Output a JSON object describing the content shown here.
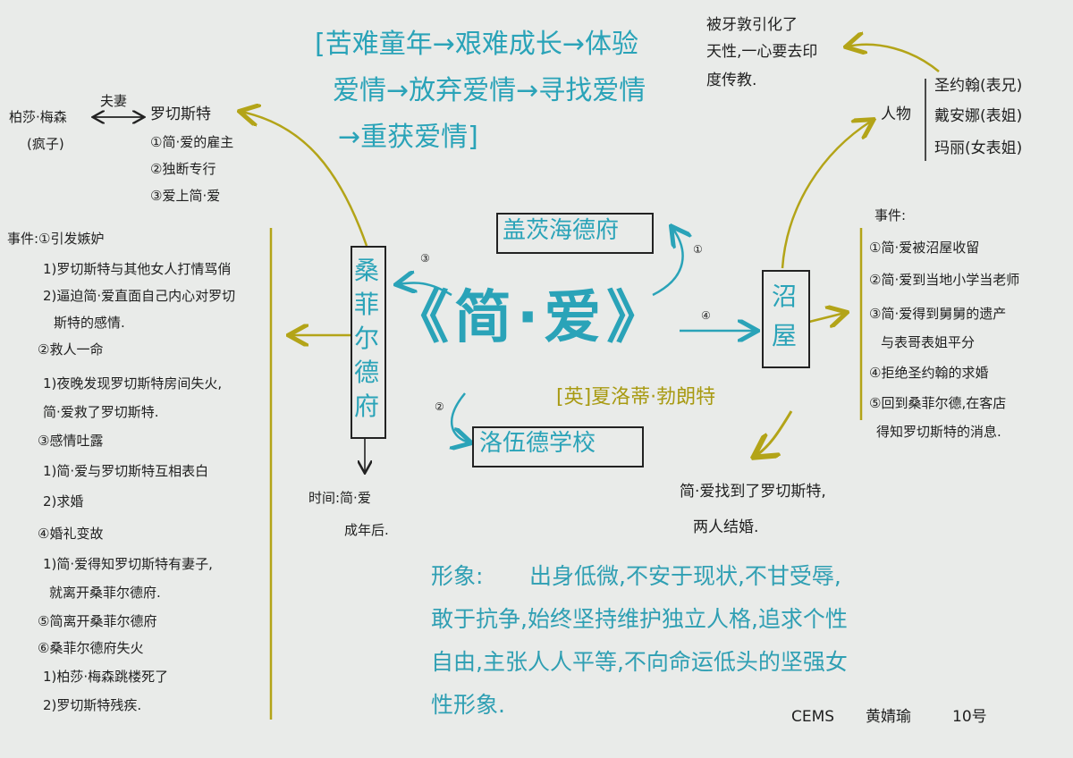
{
  "title": "《简·爱》",
  "author": "[英]夏洛蒂·勃朗特",
  "storyline": {
    "line1": "[苦难童年→艰难成长→体验",
    "line2": "爱情→放弃爱情→寻找爱情",
    "line3": "→重获爱情]"
  },
  "places": {
    "gateshead": "盖茨海德府",
    "lowood": "洛伍德学校",
    "thornfield": "桑菲尔德府",
    "marsh": "沼屋"
  },
  "nums": {
    "n1": "①",
    "n2": "②",
    "n3": "③",
    "n4": "④"
  },
  "top_right_note": {
    "line1": "被牙敦引化了",
    "line2": "天性,一心要去印",
    "line3": "度传教."
  },
  "marsh_people": {
    "label": "人物",
    "p1": "圣约翰(表兄)",
    "p2": "戴安娜(表姐)",
    "p3": "玛丽(女表姐)"
  },
  "marsh_events": {
    "heading": "事件:",
    "e1": "①简·爱被沼屋收留",
    "e2": "②简·爱到当地小学当老师",
    "e3a": "③简·爱得到舅舅的遗产",
    "e3b": "与表哥表姐平分",
    "e4": "④拒绝圣约翰的求婚",
    "e5a": "⑤回到桑菲尔德,在客店",
    "e5b": "得知罗切斯特的消息."
  },
  "ending": {
    "line1": "简·爱找到了罗切斯特,",
    "line2": "两人结婚."
  },
  "rochester_panel": {
    "bertha": "柏莎·梅森",
    "bertha_note": "(疯子)",
    "relation": "夫妻",
    "name": "罗切斯特",
    "r1": "①简·爱的雇主",
    "r2": "②独断专行",
    "r3": "③爱上简·爱"
  },
  "thornfield_events": {
    "heading": "事件:①引发嫉妒",
    "a1": "1)罗切斯特与其他女人打情骂俏",
    "a2": "2)逼迫简·爱直面自己内心对罗切",
    "a3": "斯特的感情.",
    "b": "②救人一命",
    "b1": "1)夜晚发现罗切斯特房间失火,",
    "b2": "简·爱救了罗切斯特.",
    "c": "③感情吐露",
    "c1": "1)简·爱与罗切斯特互相表白",
    "c2": "2)求婚",
    "d": "④婚礼变故",
    "d1": "1)简·爱得知罗切斯特有妻子,",
    "d2": "就离开桑菲尔德府.",
    "e": "⑤简离开桑菲尔德府",
    "f": "⑥桑菲尔德府失火",
    "f1": "1)柏莎·梅森跳楼死了",
    "f2": "2)罗切斯特残疾."
  },
  "time_note": {
    "line1": "时间:简·爱",
    "line2": "成年后."
  },
  "image_section": {
    "label": "形象:",
    "line1": "出身低微,不安于现状,不甘受辱,",
    "line2": "敢于抗争,始终坚持维护独立人格,追求个性",
    "line3": "自由,主张人人平等,不向命运低头的坚强女",
    "line4": "性形象."
  },
  "signature": {
    "school": "CEMS",
    "name": "黄婧瑜",
    "number": "10号"
  },
  "colors": {
    "teal": "#2aa3b8",
    "gold": "#a89a12",
    "ink": "#1f1f1f",
    "paper": "#e9ebe9"
  }
}
